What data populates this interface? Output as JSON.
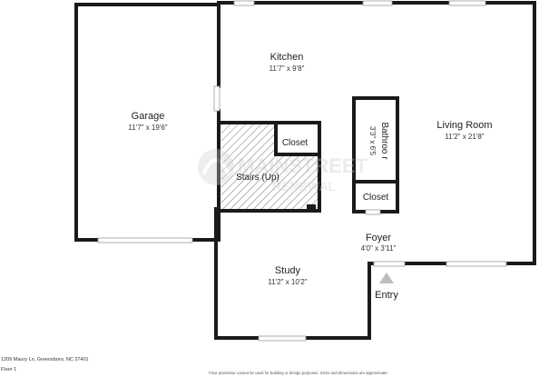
{
  "rooms": {
    "garage": {
      "name": "Garage",
      "dims": "11'7\" x 19'6\""
    },
    "kitchen": {
      "name": "Kitchen",
      "dims": "11'7\" x 9'8\""
    },
    "living": {
      "name": "Living Room",
      "dims": "11'2\" x 21'8\""
    },
    "bathroom": {
      "name": "Bathroo r",
      "dims": "3'3\" x 6'5"
    },
    "closet_upper": {
      "name": "Closet"
    },
    "closet_lower": {
      "name": "Closet"
    },
    "stairs": {
      "name": "Stairs (Up)"
    },
    "foyer": {
      "name": "Foyer",
      "dims": "4'0\" x 3'11\""
    },
    "study": {
      "name": "Study",
      "dims": "11'2\" x 10'2\""
    },
    "entry": {
      "name": "Entry"
    }
  },
  "footer": {
    "address": "1209 Maury Ln, Greensboro, NC 27401",
    "floor": "Floor 1",
    "disclaimer": "Floor plans/tour cannot be used for building or design purposes. Sizes and dimensions are approximate."
  },
  "watermark": {
    "line1": "MAINSTREET",
    "line2": "RENEWAL"
  },
  "colors": {
    "wall": "#1a1a1a",
    "hatch": "#888888",
    "window": "#9a9a9a"
  }
}
